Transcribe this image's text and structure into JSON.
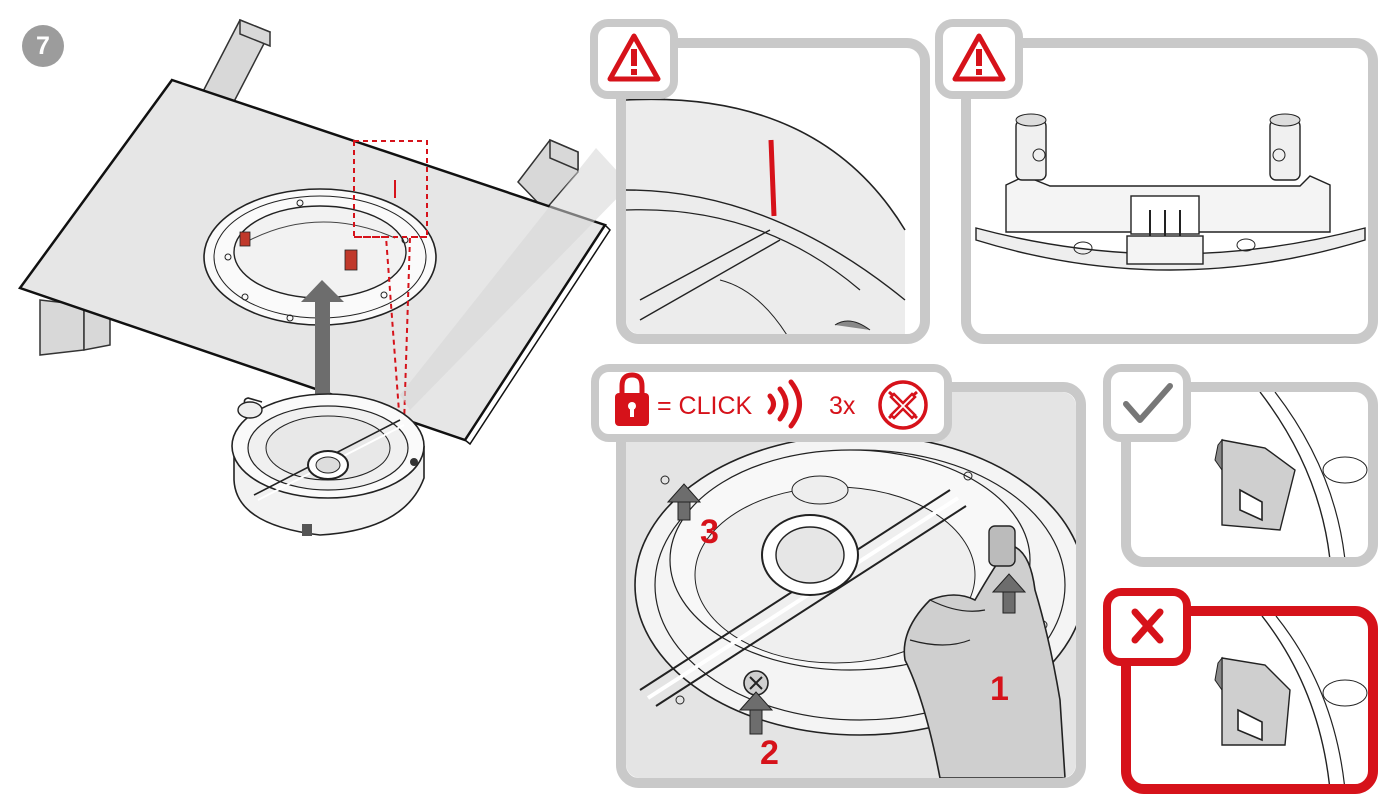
{
  "step": {
    "number": "7"
  },
  "colors": {
    "accent_red": "#d6121a",
    "frame_gray": "#c9c9c9",
    "arrow_gray": "#6d6d6d",
    "panel_fill": "#dcdcdc"
  },
  "icons": {
    "warning_1": "warning-triangle-icon",
    "warning_2": "warning-triangle-icon",
    "lock": "padlock-icon",
    "sound": "sound-waves-icon",
    "screw": "screw-head-icon",
    "correct": "check-mark-icon",
    "wrong": "cross-mark-icon"
  },
  "legend": {
    "click_text": "= CLICK",
    "screw_count": "3x"
  },
  "callouts": {
    "step1": "1",
    "step2": "2",
    "step3": "3"
  }
}
